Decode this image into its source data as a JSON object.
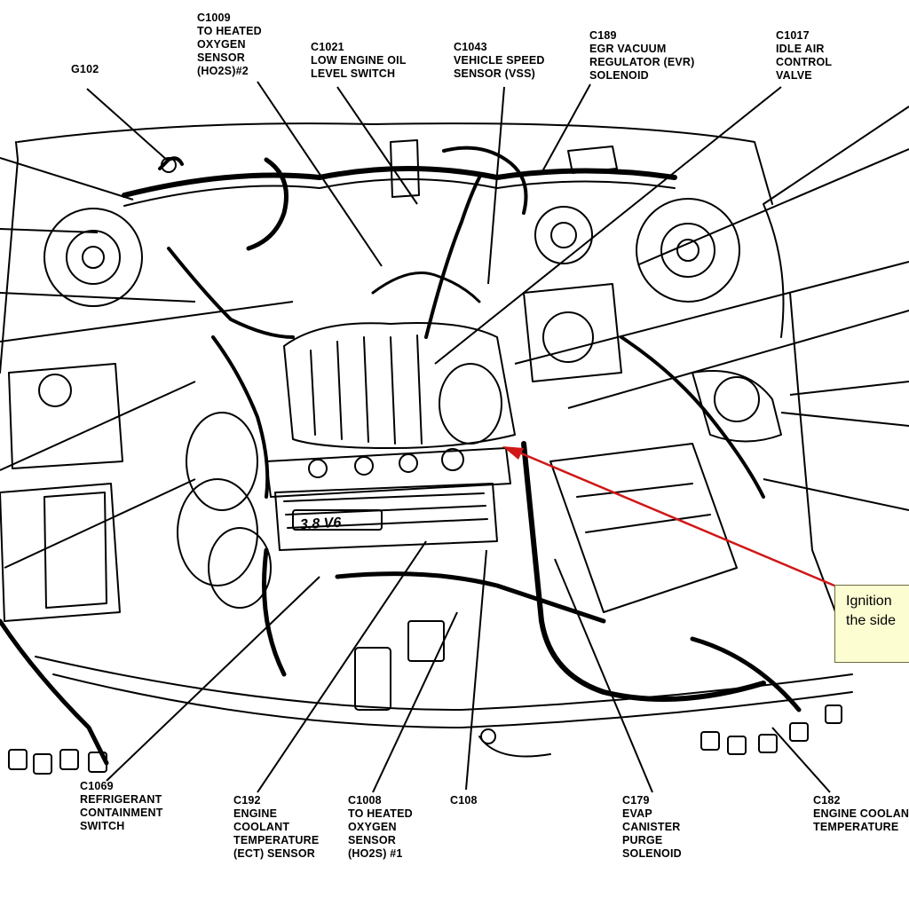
{
  "labels": {
    "c1009": [
      "C1009",
      "TO HEATED",
      "OXYGEN",
      "SENSOR",
      "(HO2S)#2"
    ],
    "g102": [
      "G102"
    ],
    "c1021": [
      "C1021",
      "LOW ENGINE OIL",
      "LEVEL SWITCH"
    ],
    "c1043": [
      "C1043",
      "VEHICLE SPEED",
      "SENSOR (VSS)"
    ],
    "c189": [
      "C189",
      "EGR VACUUM",
      "REGULATOR (EVR)",
      "SOLENOID"
    ],
    "c1017": [
      "C1017",
      "IDLE AIR",
      "CONTROL",
      "VALVE"
    ],
    "c1069": [
      "C1069",
      "REFRIGERANT",
      "CONTAINMENT",
      "SWITCH"
    ],
    "c192": [
      "C192",
      "ENGINE",
      "COOLANT",
      "TEMPERATURE",
      "(ECT) SENSOR"
    ],
    "c1008": [
      "C1008",
      "TO HEATED",
      "OXYGEN",
      "SENSOR",
      "(HO2S) #1"
    ],
    "c108": [
      "C108"
    ],
    "c179": [
      "C179",
      "EVAP",
      "CANISTER",
      "PURGE",
      "SOLENOID"
    ],
    "c182": [
      "C182",
      "ENGINE COOLANT",
      "TEMPERATURE"
    ]
  },
  "engine_badge": "3.8 V6",
  "callout": {
    "lines": [
      "Ignition",
      "the side"
    ],
    "arrow_color": "#d01818",
    "box_color": "#fdfdd2"
  },
  "colors": {
    "ink": "#000000",
    "background": "#ffffff"
  }
}
